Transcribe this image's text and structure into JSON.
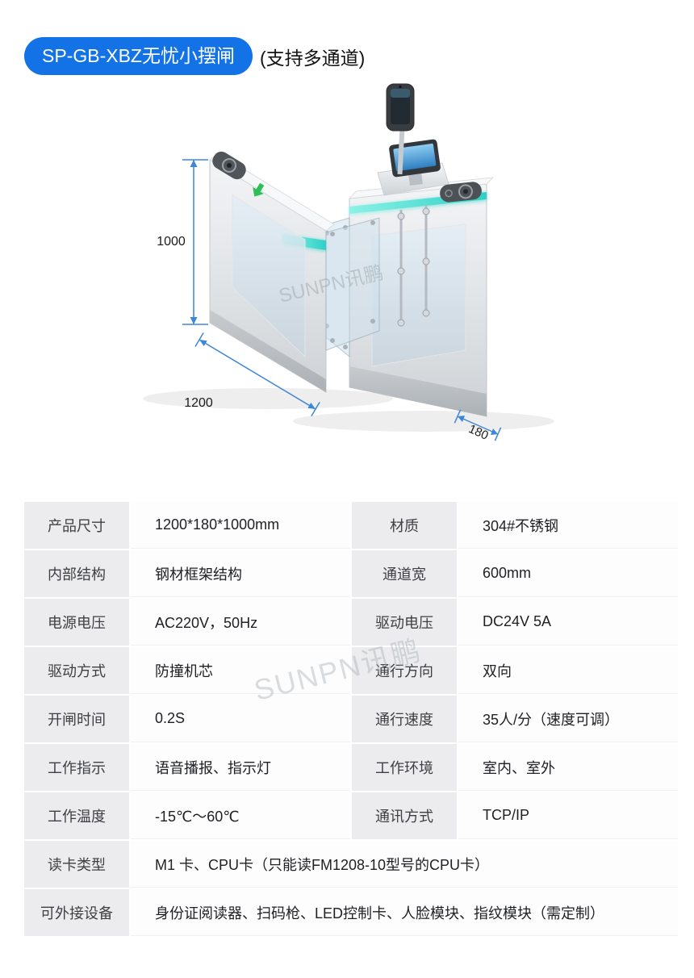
{
  "header": {
    "badge": "SP-GB-XBZ无忧小摆闸",
    "subtitle": "(支持多通道)"
  },
  "diagram": {
    "watermark": "SUNPN讯鹏",
    "dimensions": {
      "height_mm": "1000",
      "width_mm": "1200",
      "depth_mm": "180"
    }
  },
  "specs": {
    "watermark": "SUNPN讯鹏",
    "rows": [
      {
        "label1": "产品尺寸",
        "value1": "1200*180*1000mm",
        "label2": "材质",
        "value2": "304#不锈钢"
      },
      {
        "label1": "内部结构",
        "value1": "钢材框架结构",
        "label2": "通道宽",
        "value2": "600mm"
      },
      {
        "label1": "电源电压",
        "value1": "AC220V，50Hz",
        "label2": "驱动电压",
        "value2": "DC24V 5A"
      },
      {
        "label1": "驱动方式",
        "value1": "防撞机芯",
        "label2": "通行方向",
        "value2": "双向"
      },
      {
        "label1": "开闸时间",
        "value1": "0.2S",
        "label2": "通行速度",
        "value2": "35人/分（速度可调）"
      },
      {
        "label1": "工作指示",
        "value1": "语音播报、指示灯",
        "label2": "工作环境",
        "value2": "室内、室外"
      },
      {
        "label1": "工作温度",
        "value1": "-15℃～60℃",
        "label2": "通讯方式",
        "value2": "TCP/IP"
      }
    ],
    "full_rows": [
      {
        "label": "读卡类型",
        "value": "M1 卡、CPU卡（只能读FM1208-10型号的CPU卡）"
      },
      {
        "label": "可外接设备",
        "value": "身份证阅读器、扫码枪、LED控制卡、人脸模块、指纹模块（需定制）"
      }
    ]
  }
}
